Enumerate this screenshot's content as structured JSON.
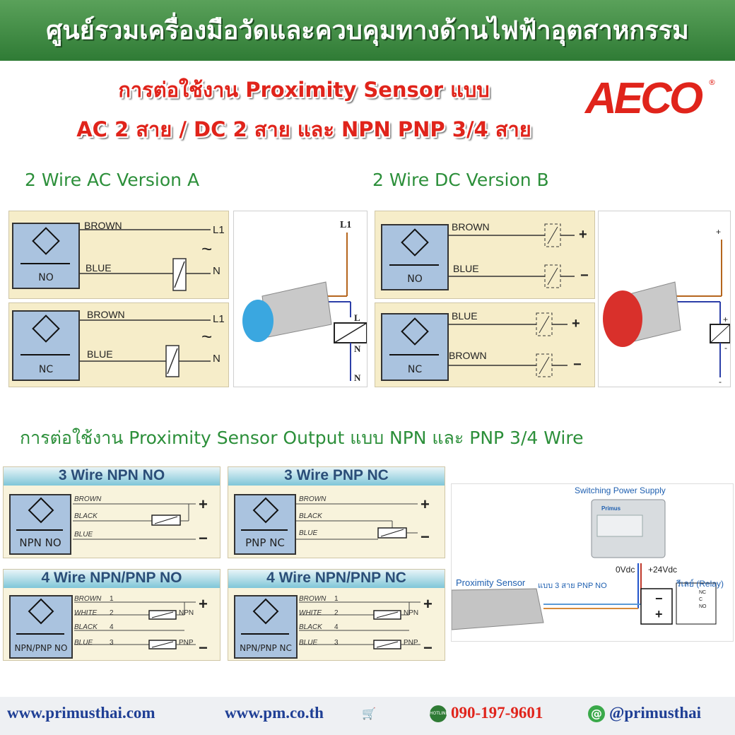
{
  "banner": {
    "title": "ศูนย์รวมเครื่องมือวัดและควบคุมทางด้านไฟฟ้าอุตสาหกรรม"
  },
  "headline": {
    "line1": "การต่อใช้งาน Proximity Sensor แบบ",
    "line2": "AC 2 สาย / DC 2 สาย และ NPN PNP 3/4 สาย"
  },
  "logo": {
    "text": "AECO",
    "reg": "®"
  },
  "sections": {
    "ac_title": "2 Wire AC Version A",
    "dc_title": "2 Wire DC Version B",
    "output_title": "การต่อใช้งาน Proximity Sensor Output แบบ NPN และ PNP 3/4 Wire"
  },
  "ac_diagrams": [
    {
      "contact": "NO",
      "wire_top": "BROWN",
      "wire_bottom": "BLUE",
      "term_top": "L1",
      "term_bottom": "N",
      "supply": "~"
    },
    {
      "contact": "NC",
      "wire_top": "BROWN",
      "wire_bottom": "BLUE",
      "term_top": "L1",
      "term_bottom": "N",
      "supply": "~"
    }
  ],
  "ac_photo": {
    "l1": "L1",
    "l": "L",
    "n1": "N",
    "n2": "N"
  },
  "dc_diagrams": [
    {
      "contact": "NO",
      "wire_top": "BROWN",
      "wire_bottom": "BLUE",
      "term_top": "+",
      "term_bottom": "−"
    },
    {
      "contact": "NC",
      "wire_top": "BLUE",
      "wire_bottom": "BROWN",
      "term_top": "+",
      "term_bottom": "−"
    }
  ],
  "dc_photo": {
    "plus1": "+",
    "plus2": "+",
    "minus1": "-",
    "minus2": "-"
  },
  "wire3": [
    {
      "title": "3 Wire NPN NO",
      "contact": "NPN NO",
      "wires": [
        "BROWN",
        "BLACK",
        "BLUE"
      ],
      "plus": "+",
      "minus": "−"
    },
    {
      "title": "3 Wire PNP NC",
      "contact": "PNP NC",
      "wires": [
        "BROWN",
        "BLACK",
        "BLUE"
      ],
      "plus": "+",
      "minus": "−"
    }
  ],
  "wire4": [
    {
      "title": "4 Wire NPN/PNP NO",
      "contact": "NPN/PNP NO",
      "wires": [
        "BROWN",
        "WHITE",
        "BLACK",
        "BLUE"
      ],
      "nums": [
        "1",
        "2",
        "4",
        "3"
      ],
      "npn": "NPN",
      "pnp": "PNP",
      "plus": "+",
      "minus": "−"
    },
    {
      "title": "4 Wire NPN/PNP NC",
      "contact": "NPN/PNP NC",
      "wires": [
        "BROWN",
        "WHITE",
        "BLACK",
        "BLUE"
      ],
      "nums": [
        "1",
        "2",
        "4",
        "3"
      ],
      "npn": "NPN",
      "pnp": "PNP",
      "plus": "+",
      "minus": "−"
    }
  ],
  "wiring_photo": {
    "psu": "Switching Power Supply",
    "psu_brand": "Primus",
    "v0": "0Vdc",
    "v24": "+24Vdc",
    "sensor_label": "Proximity Sensor",
    "sensor_type": "แบบ 3 สาย PNP NO",
    "relay": "รีเลย์ (Relay)",
    "minus": "−",
    "plus": "+",
    "nc": "NC",
    "c": "C",
    "no": "NO"
  },
  "footer": {
    "web1": "www.primusthai.com",
    "web2": "www.pm.co.th",
    "hotline_badge": "HOTLINE",
    "phone": "090-197-9601",
    "line_badge": "@",
    "social": "@primusthai"
  },
  "colors": {
    "banner_green": "#2f7b35",
    "headline_red": "#e0241b",
    "section_green": "#2c8f3a",
    "panel_cream": "#f6edc9",
    "footer_blue": "#1f3f95"
  }
}
